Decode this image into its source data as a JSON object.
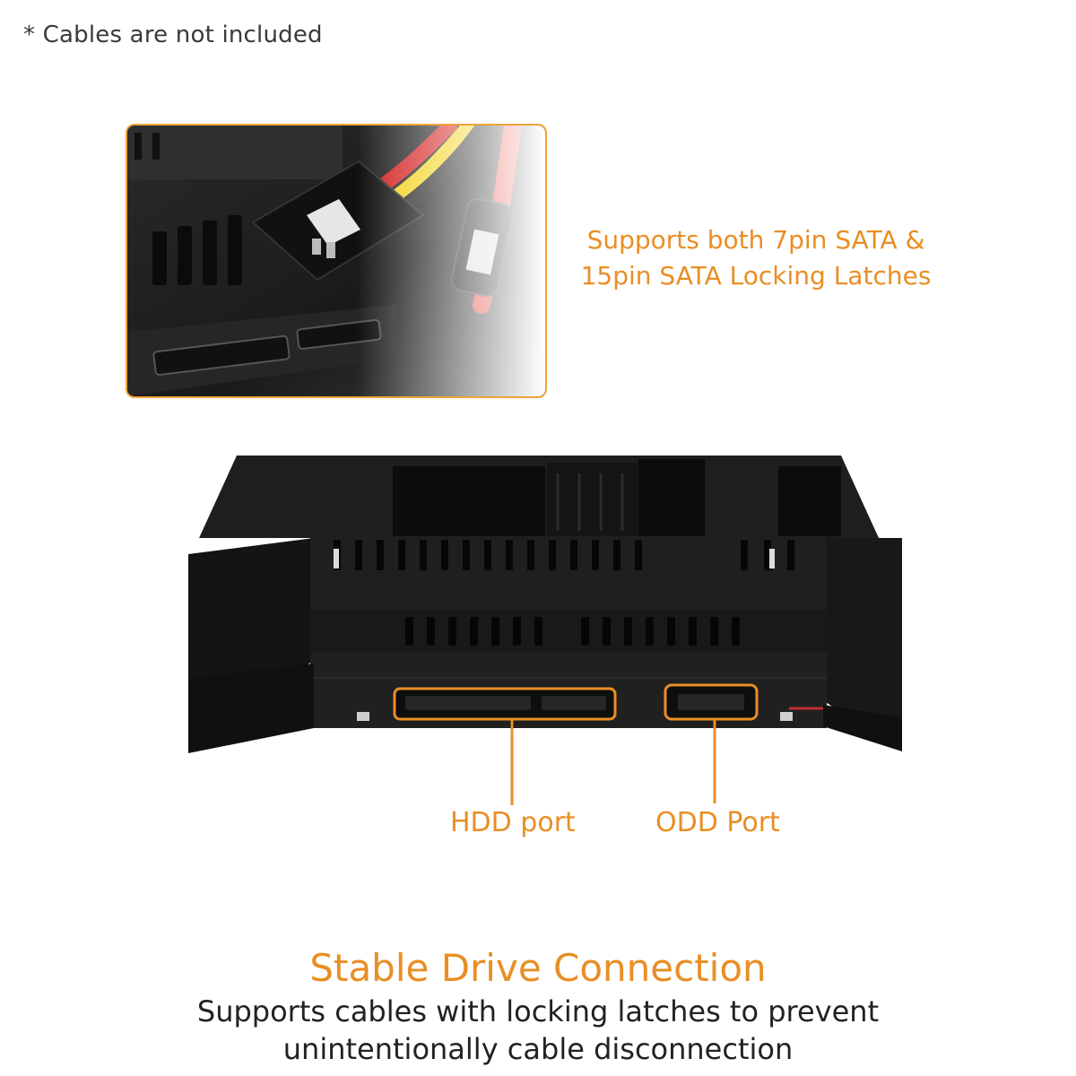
{
  "note": "* Cables are not included",
  "feature": {
    "line1": "Supports both 7pin SATA &",
    "line2": "15pin SATA Locking Latches"
  },
  "ports": {
    "hdd": "HDD port",
    "odd": "ODD Port"
  },
  "headline": "Stable Drive Connection",
  "description": {
    "line1": "Supports cables with locking latches to prevent",
    "line2": "unintentionally cable disconnection"
  },
  "colors": {
    "accent": "#e98e25",
    "text": "#222222",
    "device": "#1c1c1c"
  }
}
